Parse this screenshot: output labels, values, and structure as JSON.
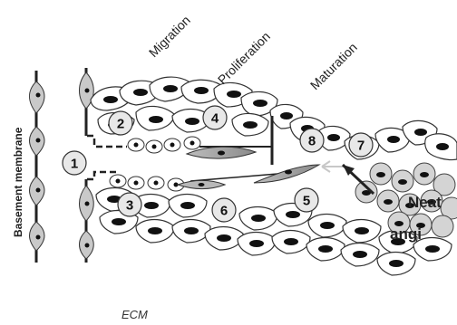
{
  "labels": {
    "basement_membrane": "Basement membrane",
    "ecm": "ECM",
    "migration": "Migration",
    "proliferation": "Proliferation",
    "maturation": "Maturation",
    "sprout_top": "Neat",
    "sprout_bottom": "angi"
  },
  "markers": [
    "1",
    "2",
    "3",
    "4",
    "5",
    "6",
    "7",
    "8"
  ],
  "colors": {
    "line": "#222222",
    "cell_fill": "#ffffff",
    "nucleus": "#111111",
    "marker_fill": "#e8e8e8",
    "cluster_fill": "#d4d4d4",
    "arrow": "#c8c8c8"
  }
}
